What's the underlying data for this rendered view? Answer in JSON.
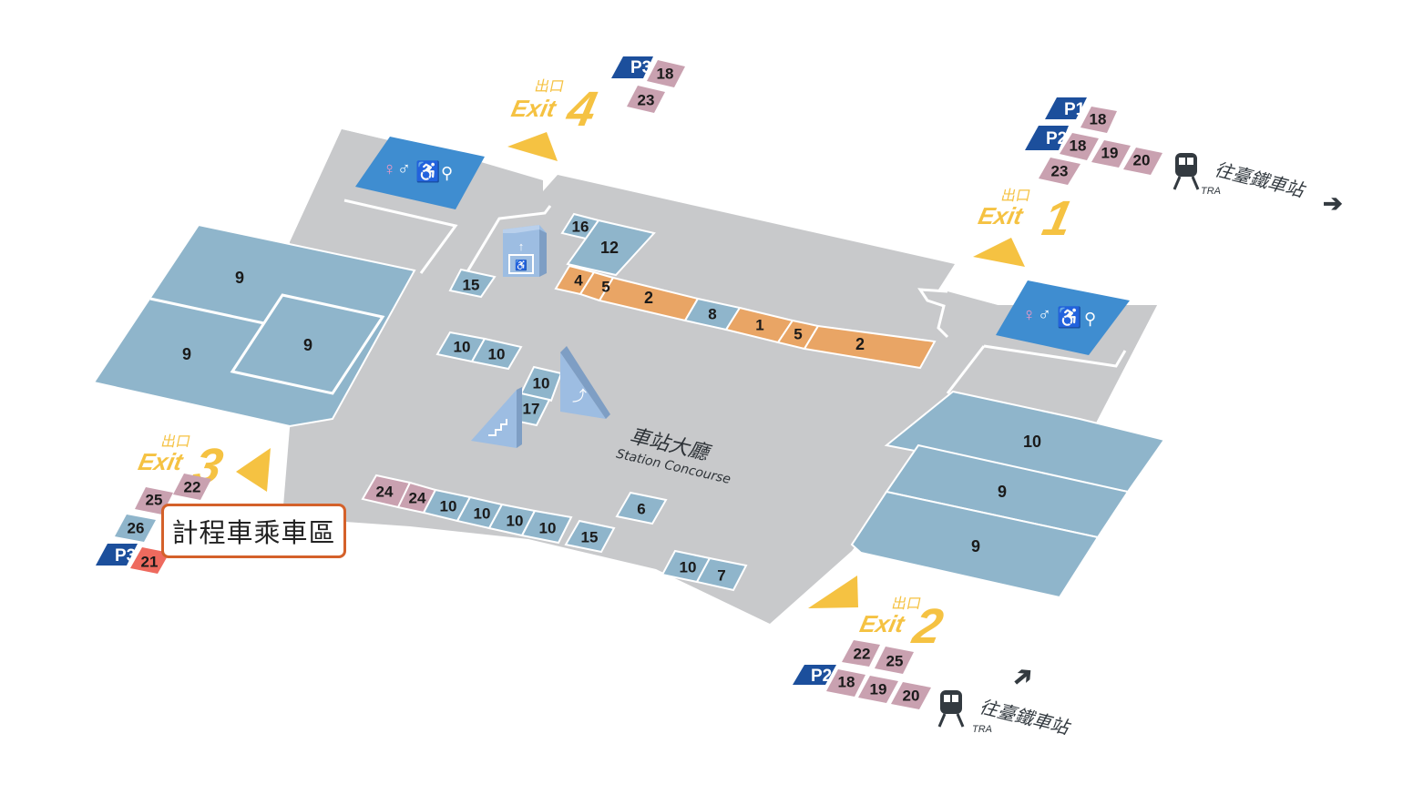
{
  "map": {
    "title": "Station Concourse Floor Map",
    "concourse": {
      "label_zh": "車站大廳",
      "label_en": "Station Concourse"
    },
    "colors": {
      "floor": "#c8c9cb",
      "shop_blue": "#8fb5cb",
      "shop_orange": "#e9a565",
      "bus_pink": "#c9a1b0",
      "bus_red": "#ee6a5e",
      "parking_blue": "#1c4f9c",
      "restroom_blue": "#3f8dd0",
      "exit_yellow": "#f5c242",
      "vertical_transport": "#9dbde2",
      "highlight_border": "#d4612a",
      "text_dark": "#333a40"
    },
    "exits": [
      {
        "id": "exit1",
        "label_zh": "出口",
        "label_en": "Exit",
        "number": "1"
      },
      {
        "id": "exit2",
        "label_zh": "出口",
        "label_en": "Exit",
        "number": "2"
      },
      {
        "id": "exit3",
        "label_zh": "出口",
        "label_en": "Exit",
        "number": "3"
      },
      {
        "id": "exit4",
        "label_zh": "出口",
        "label_en": "Exit",
        "number": "4"
      }
    ],
    "exit_transit": {
      "exit4": {
        "parking": [
          "P3"
        ],
        "routes": [
          "18",
          "23"
        ]
      },
      "exit1": {
        "parking": [
          "P1",
          "P2"
        ],
        "routes": [
          "18",
          "18",
          "19",
          "20",
          "23"
        ]
      },
      "exit3": {
        "parking": [
          "P3"
        ],
        "routes": [
          "25",
          "22",
          "26",
          "21"
        ]
      },
      "exit2": {
        "parking": [
          "P2"
        ],
        "routes": [
          "22",
          "25",
          "18",
          "19",
          "20"
        ]
      }
    },
    "tra_directions": [
      {
        "label_zh": "往臺鐵車站",
        "label_en": "TRA",
        "icon": "train-icon",
        "arrow": "arrow-right-icon"
      },
      {
        "label_zh": "往臺鐵車站",
        "label_en": "TRA",
        "icon": "train-icon",
        "arrow": "arrow-up-icon"
      }
    ],
    "taxi_label": "計程車乘車區",
    "restrooms": [
      {
        "icons": [
          "female-restroom-icon",
          "male-restroom-icon",
          "wheelchair-icon",
          "baby-changing-icon"
        ]
      },
      {
        "icons": [
          "female-restroom-icon",
          "male-restroom-icon",
          "wheelchair-icon",
          "baby-changing-icon"
        ]
      }
    ],
    "facilities": {
      "elevator": "elevator-icon",
      "stairs": "stairs-icon",
      "escalator": "escalator-icon"
    },
    "shops": {
      "west_block": [
        "9",
        "9",
        "9"
      ],
      "east_block": [
        "10",
        "9",
        "9"
      ],
      "upper_left": [
        "16",
        "12",
        "15"
      ],
      "orange_row": [
        "4",
        "5",
        "2",
        "8",
        "1",
        "5",
        "2"
      ],
      "center_pair": [
        "10",
        "10"
      ],
      "center_stack": [
        "10",
        "17"
      ],
      "south_row": [
        "24",
        "24",
        "10",
        "10",
        "10",
        "10",
        "15"
      ],
      "single": [
        "6"
      ],
      "south_pair": [
        "10",
        "7"
      ]
    }
  }
}
